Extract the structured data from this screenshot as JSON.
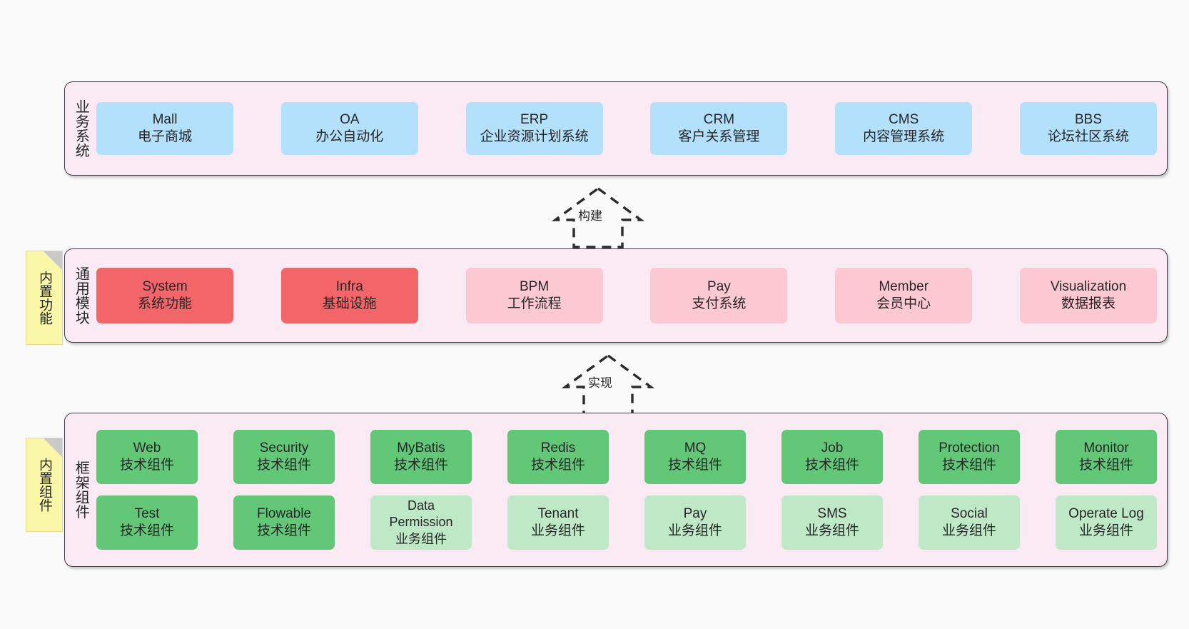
{
  "diagram": {
    "background_color": "#fafafa",
    "band_fill": "#f9eaf4",
    "band_border": "#3d3b42",
    "sticky_color": "#fbf7a8",
    "colors": {
      "blue": "#b3e0fb",
      "red": "#f2666a",
      "pink": "#fcc8d2",
      "green": "#62c878",
      "light_green": "#bfe8c7"
    }
  },
  "layers": [
    {
      "caption": "业务系统",
      "sticky": null,
      "rows": [
        [
          {
            "title": "Mall",
            "sub": "电子商城",
            "color": "blue"
          },
          {
            "title": "OA",
            "sub": "办公自动化",
            "color": "blue"
          },
          {
            "title": "ERP",
            "sub": "企业资源计划系统",
            "color": "blue"
          },
          {
            "title": "CRM",
            "sub": "客户关系管理",
            "color": "blue"
          },
          {
            "title": "CMS",
            "sub": "内容管理系统",
            "color": "blue"
          },
          {
            "title": "BBS",
            "sub": "论坛社区系统",
            "color": "blue"
          }
        ]
      ]
    },
    {
      "caption": "通用模块",
      "sticky": "内置功能",
      "rows": [
        [
          {
            "title": "System",
            "sub": "系统功能",
            "color": "red"
          },
          {
            "title": "Infra",
            "sub": "基础设施",
            "color": "red"
          },
          {
            "title": "BPM",
            "sub": "工作流程",
            "color": "pink"
          },
          {
            "title": "Pay",
            "sub": "支付系统",
            "color": "pink"
          },
          {
            "title": "Member",
            "sub": "会员中心",
            "color": "pink"
          },
          {
            "title": "Visualization",
            "sub": "数据报表",
            "color": "pink"
          }
        ]
      ]
    },
    {
      "caption": "框架组件",
      "sticky": "内置组件",
      "rows": [
        [
          {
            "title": "Web",
            "sub": "技术组件",
            "color": "green"
          },
          {
            "title": "Security",
            "sub": "技术组件",
            "color": "green"
          },
          {
            "title": "MyBatis",
            "sub": "技术组件",
            "color": "green"
          },
          {
            "title": "Redis",
            "sub": "技术组件",
            "color": "green"
          },
          {
            "title": "MQ",
            "sub": "技术组件",
            "color": "green"
          },
          {
            "title": "Job",
            "sub": "技术组件",
            "color": "green"
          },
          {
            "title": "Protection",
            "sub": "技术组件",
            "color": "green"
          },
          {
            "title": "Monitor",
            "sub": "技术组件",
            "color": "green"
          }
        ],
        [
          {
            "title": "Test",
            "sub": "技术组件",
            "color": "green"
          },
          {
            "title": "Flowable",
            "sub": "技术组件",
            "color": "green"
          },
          {
            "title": "Data Permission",
            "sub": "业务组件",
            "color": "light_green"
          },
          {
            "title": "Tenant",
            "sub": "业务组件",
            "color": "light_green"
          },
          {
            "title": "Pay",
            "sub": "业务组件",
            "color": "light_green"
          },
          {
            "title": "SMS",
            "sub": "业务组件",
            "color": "light_green"
          },
          {
            "title": "Social",
            "sub": "业务组件",
            "color": "light_green"
          },
          {
            "title": "Operate Log",
            "sub": "业务组件",
            "color": "light_green"
          }
        ]
      ]
    }
  ],
  "connectors": [
    {
      "label": "构建",
      "style": "dashed-hollow-triangle",
      "direction": "up"
    },
    {
      "label": "实现",
      "style": "dashed-hollow-triangle",
      "direction": "up"
    }
  ]
}
